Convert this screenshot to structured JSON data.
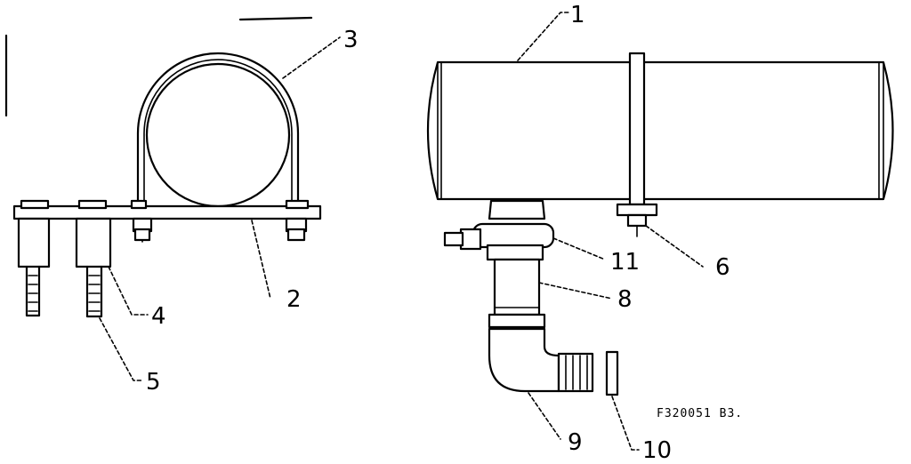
{
  "figure_code": "F320051 B3.",
  "callouts": {
    "n1": "1",
    "n2": "2",
    "n3": "3",
    "n4": "4",
    "n5": "5",
    "n6": "6",
    "n8": "8",
    "n9": "9",
    "n10": "10",
    "n11": "11"
  },
  "colors": {
    "ink": "#000000",
    "paper": "#ffffff"
  }
}
